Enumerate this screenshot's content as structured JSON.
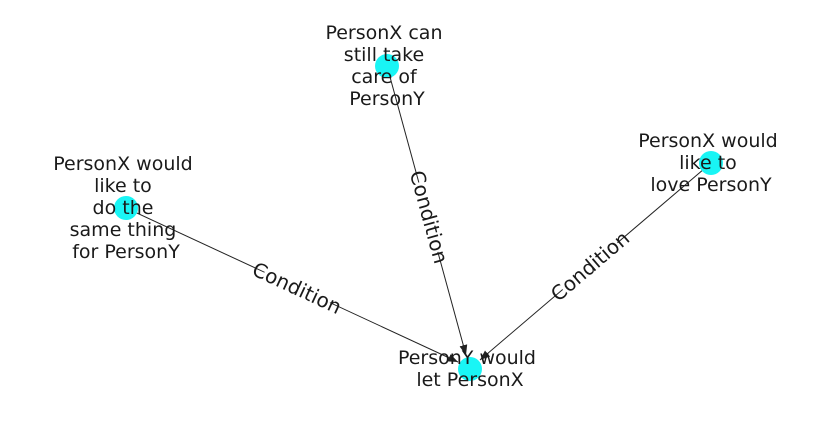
{
  "graph": {
    "node_color": "#19f5f5",
    "edge_color": "#222222",
    "nodes": {
      "care": {
        "lines": [
          "PersonX can",
          "still take",
          "care of",
          "PersonY"
        ]
      },
      "love": {
        "lines": [
          "PersonX would",
          "like to",
          "love PersonY"
        ]
      },
      "same": {
        "lines": [
          "PersonX would",
          "like to",
          "do the",
          "same thing",
          "for PersonY"
        ]
      },
      "let": {
        "lines": [
          "PersonY would",
          "let PersonX"
        ]
      }
    },
    "edges": [
      {
        "from": "care",
        "to": "let",
        "label": "Condition"
      },
      {
        "from": "love",
        "to": "let",
        "label": "Condition"
      },
      {
        "from": "same",
        "to": "let",
        "label": "Condition"
      }
    ]
  }
}
